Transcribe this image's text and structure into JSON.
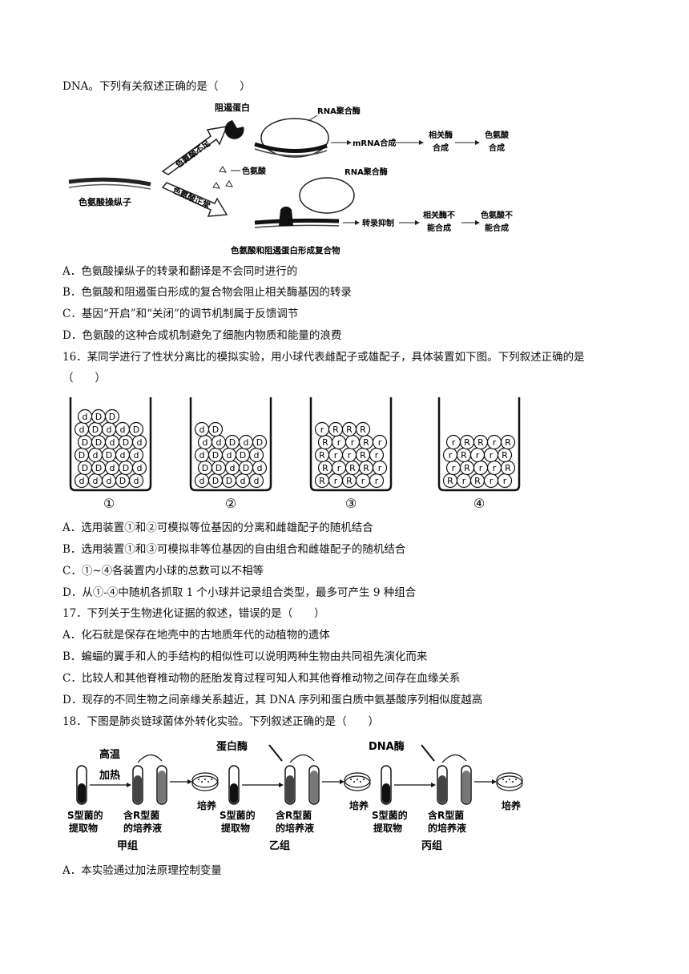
{
  "intro_line": "DNA。下列有关叙述正确的是（　　）",
  "q15": {
    "figure": {
      "left_label": "色氨酸操纵子",
      "arrow_up": "色氨酸不足",
      "arrow_down": "色氨酸正常",
      "repressor": "阻遏蛋白",
      "rna_pol_top": "RNA聚合酶",
      "mrna": "mRNA合成",
      "enzyme": "相关酶\n合成",
      "trp": "色氨酸\n合成",
      "trp_label": "色氨酸",
      "rna_pol_bottom": "RNA聚合酶",
      "transcription_inhibit": "转录抑制",
      "enzyme_no": "相关酶不\n能合成",
      "trp_no": "色氨酸不\n能合成",
      "complex": "色氨酸和阻遏蛋白形成复合物"
    },
    "options": [
      "A．色氨酸操纵子的转录和翻译是不会同时进行的",
      "B．色氨酸和阻遏蛋白形成的复合物会阻止相关酶基因的转录",
      "C．基因“开启”和“关闭”的调节机制属于反馈调节",
      "D．色氨酸的这种合成机制避免了细胞内物质和能量的浪费"
    ]
  },
  "q16": {
    "stem_line1": "16．某同学进行了性状分离比的模拟实验，用小球代表雌配子或雄配子，具体装置如下图。下列叙述正确的是",
    "stem_line2": "（　　）",
    "figure": {
      "labels": [
        "①",
        "②",
        "③",
        "④"
      ],
      "beakers": [
        {
          "letters": [
            "d",
            "d",
            "d",
            "D",
            "d",
            "D",
            "D",
            "d",
            "D",
            "d",
            "D",
            "d",
            "D",
            "d",
            "d",
            "D",
            "D",
            "d",
            "D",
            "d",
            "d",
            "D",
            "d",
            "d",
            "D",
            "d",
            "D",
            "D"
          ]
        },
        {
          "letters": [
            "d",
            "D",
            "D",
            "d",
            "d",
            "D",
            "D",
            "d",
            "D",
            "d",
            "d",
            "D",
            "d",
            "D",
            "d",
            "d",
            "d",
            "D",
            "d",
            "D",
            "d",
            "D"
          ]
        },
        {
          "letters": [
            "R",
            "r",
            "R",
            "r",
            "r",
            "R",
            "r",
            "R",
            "R",
            "r",
            "R",
            "r",
            "r",
            "R",
            "r",
            "R",
            "r",
            "r",
            "R",
            "r",
            "r",
            "R",
            "R",
            "R"
          ]
        },
        {
          "letters": [
            "R",
            "r",
            "R",
            "r",
            "r",
            "r",
            "R",
            "r",
            "r",
            "R",
            "r",
            "R",
            "r",
            "r",
            "R",
            "r",
            "R",
            "R",
            "r",
            "R"
          ]
        }
      ]
    },
    "options": [
      "A．选用装置①和②可模拟等位基因的分离和雌雄配子的随机结合",
      "B．选用装置①和③可模拟非等位基因的自由组合和雌雄配子的随机结合",
      "C．①~④各装置内小球的总数可以不相等",
      "D．从①-④中随机各抓取 1 个小球并记录组合类型，最多可产生 9 种组合"
    ]
  },
  "q17": {
    "stem": "17．下列关于生物进化证据的叙述，错误的是（　　）",
    "options": [
      "A．化石就是保存在地壳中的古地质年代的动植物的遗体",
      "B．蝙蝠的翼手和人的手结构的相似性可以说明两种生物由共同祖先演化而来",
      "C．比较人和其他脊椎动物的胚胎发育过程可知人和其他脊椎动物之间存在血缘关系",
      "D．现存的不同生物之间亲缘关系越近，其 DNA 序列和蛋白质中氨基酸序列相似度越高"
    ]
  },
  "q18": {
    "stem": "18．下图是肺炎链球菌体外转化实验。下列叙述正确的是（　　）",
    "figure": {
      "groups": [
        {
          "treat": "高温\n加热",
          "tube1": "S型菌的\n提取物",
          "tube2": "含R型菌\n的培养液",
          "culture": "培养",
          "name": "甲组"
        },
        {
          "treat": "蛋白酶",
          "tube1": "S型菌的\n提取物",
          "tube2": "含R型菌\n的培养液",
          "culture": "培养",
          "name": "乙组"
        },
        {
          "treat": "DNA酶",
          "tube1": "S型菌的\n提取物",
          "tube2": "含R型菌\n的培养液",
          "culture": "培养",
          "name": "丙组"
        }
      ]
    },
    "options": [
      "A．本实验通过加法原理控制变量"
    ]
  }
}
